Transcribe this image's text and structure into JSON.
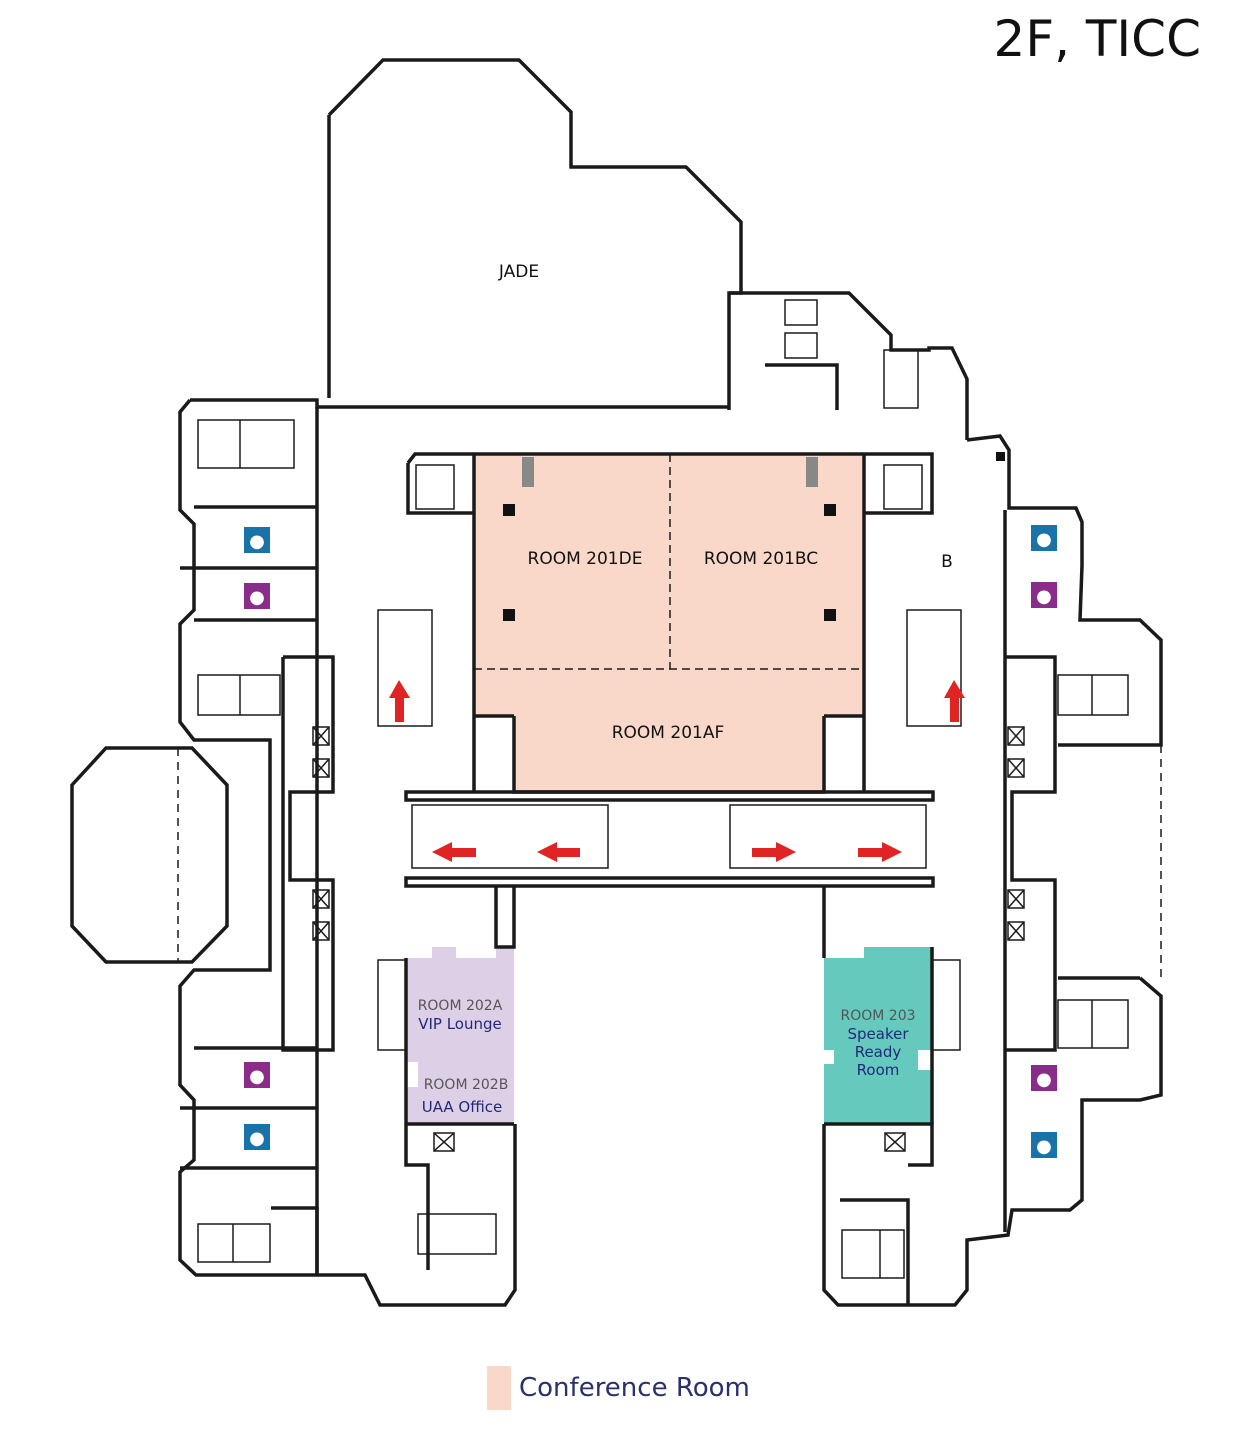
{
  "title": "2F, TICC",
  "rooms": {
    "jade": "JADE",
    "r201de": "ROOM 201DE",
    "r201bc": "ROOM 201BC",
    "r201af": "ROOM 201AF",
    "r202a_name": "ROOM 202A",
    "r202a_use": "VIP Lounge",
    "r202b_name": "ROOM 202B",
    "r202b_use": "UAA Office",
    "r203_name": "ROOM 203",
    "r203_use_1": "Speaker",
    "r203_use_2": "Ready",
    "r203_use_3": "Room",
    "b_label": "B"
  },
  "legend": {
    "label": "Conference Room",
    "color": "#f9d8c9"
  },
  "colors": {
    "conference": "#f9d8c9",
    "vip": "#ddd0e6",
    "speaker": "#66c9bd",
    "mens_icon": "#1a73a8",
    "womens_icon": "#8a2c8a",
    "arrow": "#e02424"
  },
  "icons": [
    "mens-restroom-icon",
    "womens-restroom-icon",
    "escalator-arrow-icon",
    "elevator-icon",
    "stairs-icon",
    "door-icon"
  ]
}
